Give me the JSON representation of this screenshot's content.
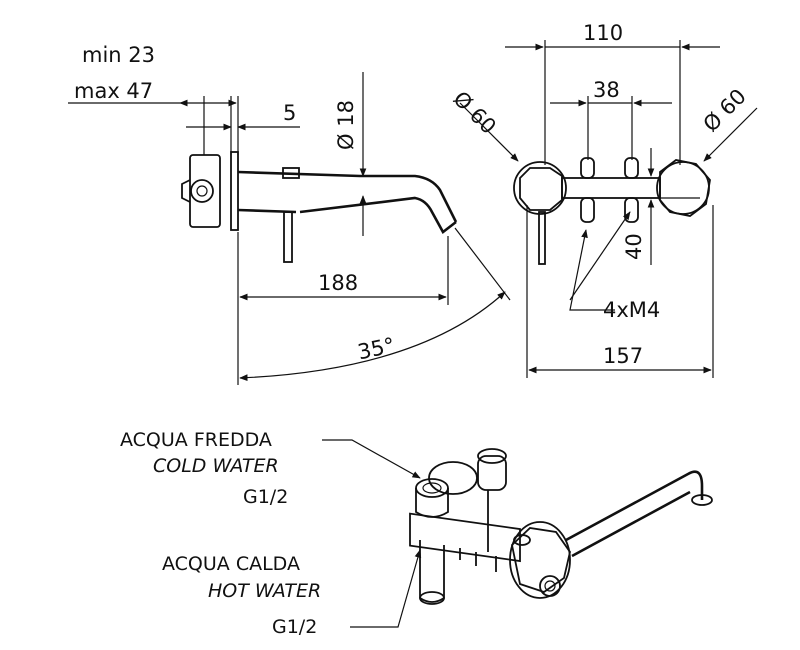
{
  "side_view": {
    "min_label": "min 23",
    "max_label": "max 47",
    "dim_5": "5",
    "dim_18": "Ø 18",
    "dim_188": "188",
    "angle": "35°"
  },
  "front_view": {
    "dim_110": "110",
    "dim_38": "38",
    "dia_left": "Ø 60",
    "dia_right": "Ø 60",
    "dim_40": "40",
    "screws": "4xM4",
    "dim_157": "157"
  },
  "labels": {
    "cold_it": "ACQUA FREDDA",
    "cold_en": "COLD WATER",
    "cold_thread": "G1/2",
    "hot_it": "ACQUA CALDA",
    "hot_en": "HOT WATER",
    "hot_thread": "G1/2"
  }
}
